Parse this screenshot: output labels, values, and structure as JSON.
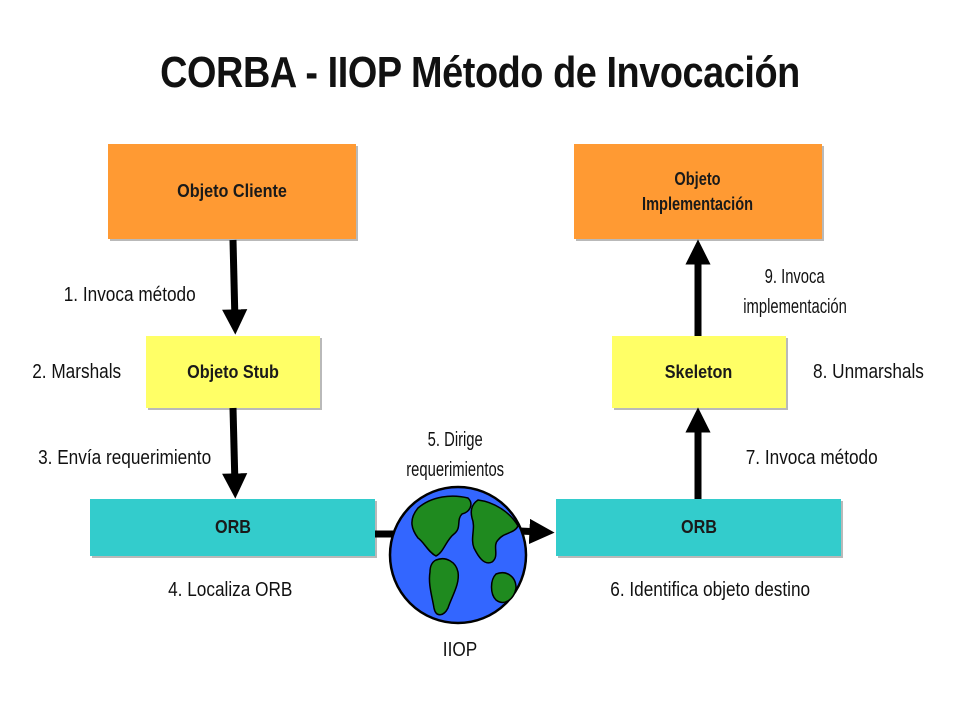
{
  "title": "CORBA - IIOP Método de Invocación",
  "boxes": {
    "cliente": "Objeto Cliente",
    "implementacion_line1": "Objeto",
    "implementacion_line2": "Implementación",
    "stub": "Objeto Stub",
    "skeleton": "Skeleton",
    "orb_left": "ORB",
    "orb_right": "ORB"
  },
  "steps": {
    "s1": "1. Invoca método",
    "s2": "2. Marshals",
    "s3": "3. Envía requerimiento",
    "s4": "4. Localiza ORB",
    "s5_line1": "5. Dirige",
    "s5_line2": "requerimientos",
    "s6": "6. Identifica objeto destino",
    "s7": "7. Invoca método",
    "s8": "8. Unmarshals",
    "s9_line1": "9. Invoca",
    "s9_line2": "implementación"
  },
  "protocol_label": "IIOP",
  "colors": {
    "object_box": "#ff9a33",
    "stub_box": "#ffff66",
    "orb_box": "#33cccc",
    "ocean": "#3366ff",
    "land": "#1f8a1f"
  },
  "icons": {
    "globe": "globe-icon"
  }
}
